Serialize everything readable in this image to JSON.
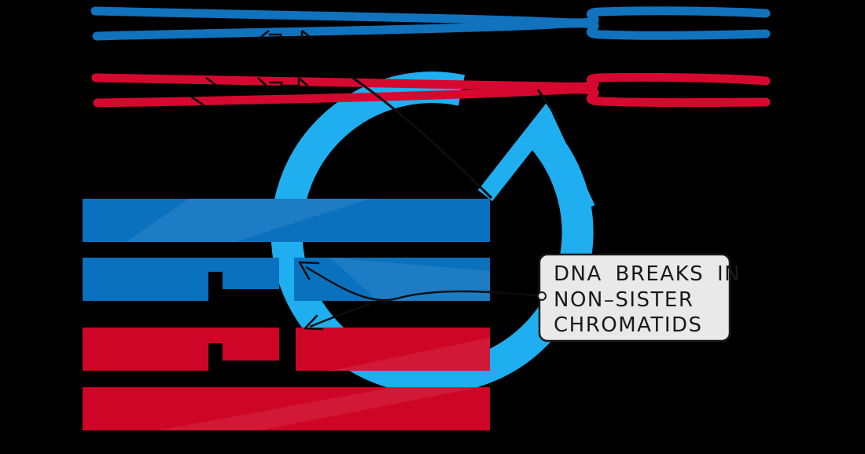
{
  "colors": {
    "background": "#000000",
    "chromosome_blue": "#1173bd",
    "chromosome_red": "#d6082f",
    "bar_blue": "#0a71be",
    "bar_red": "#ce0527",
    "zoom_cyan": "#1faeef",
    "line_black": "#0d0d0d",
    "label_bg": "#e9e9e9",
    "label_border": "#1a1a1a",
    "label_text": "#1a1a1a"
  },
  "label": {
    "line1": "DNA BREAKS IN",
    "line2": "NON–SISTER",
    "line3": "CHROMATIDS"
  },
  "icons": {
    "zoom_circle_arrow": "circular-arrow-icon",
    "break_pointer": "arrowhead-icon",
    "leader_dot": "connector-dot-icon"
  }
}
